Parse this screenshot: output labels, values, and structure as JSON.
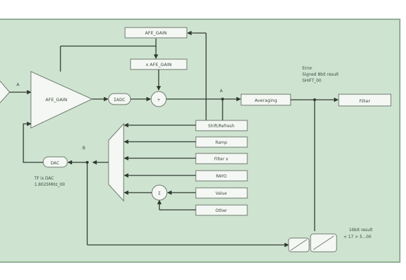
{
  "diagram": {
    "colors": {
      "panel": "#cfe3d1",
      "panel_border": "#8faf93",
      "box_fill": "#f4f7f4",
      "box_stroke": "#6c7a6c",
      "wire": "#2f3a2f"
    },
    "blocks": {
      "afe_gain": "AFE_GAIN",
      "afe_gain2": "x AFE_GAIN",
      "amp": "AFE_GAIN",
      "adc": "ΣADC",
      "sum": "+",
      "averaging": "Averaging",
      "filter": "Filter",
      "shift": "Σ",
      "dac": "DAC",
      "mux_inputs": [
        "Shift/Refresh",
        "Ramp",
        "Filter x",
        "RAYO",
        "Value",
        "Other"
      ]
    },
    "labels": {
      "a_left": "A",
      "a_node": "A",
      "b_node": "B",
      "error_text": [
        "Error",
        "Signed 8bit result",
        "SHIFT_00"
      ],
      "dac_text": [
        "TF is DAC",
        "1.8025MHz_00"
      ],
      "result_text": [
        "16bit result",
        "< 17 > 5...00"
      ]
    }
  }
}
